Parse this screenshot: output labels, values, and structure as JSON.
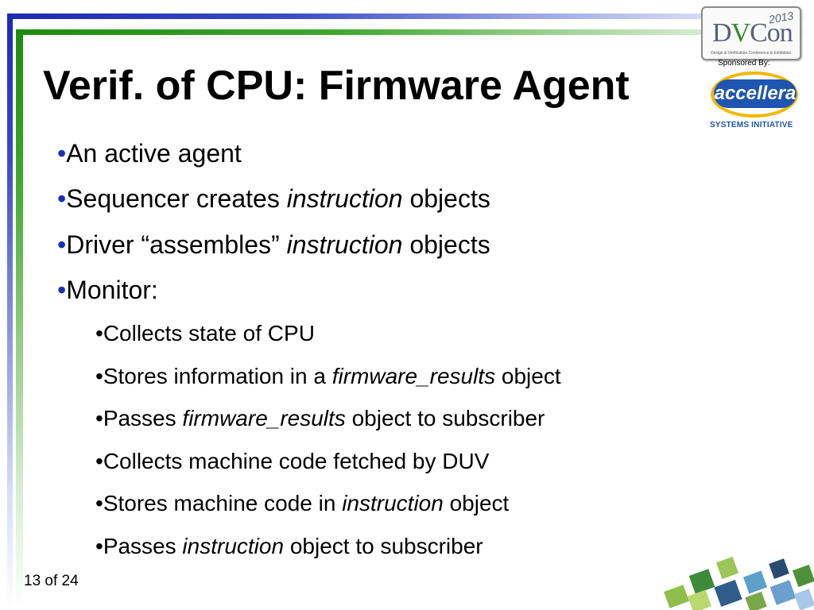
{
  "title": "Verif. of CPU: Firmware Agent",
  "bullet_char": "•",
  "bullets": [
    {
      "parts": [
        "An active agent"
      ]
    },
    {
      "parts": [
        "Sequencer creates ",
        "instruction",
        " objects"
      ]
    },
    {
      "parts": [
        "Driver “assembles” ",
        "instruction",
        " objects"
      ]
    },
    {
      "parts": [
        "Monitor:"
      ]
    }
  ],
  "sub_bullets": [
    {
      "parts": [
        "Collects state of CPU"
      ]
    },
    {
      "parts": [
        "Stores information in a ",
        "firmware_results",
        " object"
      ]
    },
    {
      "parts": [
        "Passes ",
        "firmware_results",
        " object to subscriber"
      ]
    },
    {
      "parts": [
        "Collects machine code fetched by DUV"
      ]
    },
    {
      "parts": [
        "Stores machine code in ",
        "instruction",
        " object"
      ]
    },
    {
      "parts": [
        "Passes ",
        "instruction",
        " object to subscriber"
      ]
    }
  ],
  "footer": "13 of 24",
  "logos": {
    "dvcon": {
      "main_a": "D",
      "main_check": "V",
      "main_b": "Con",
      "year": "2013",
      "sub": "Design & Verification Conference & Exhibition"
    },
    "sponsored_by": "Sponsored By:",
    "accellera": "accellera",
    "accellera_sub": "SYSTEMS INITIATIVE"
  },
  "colors": {
    "bullet_blue": "#1f2fb5",
    "bar_blue": "#1a2bb0",
    "bar_green": "#1f8a10"
  }
}
